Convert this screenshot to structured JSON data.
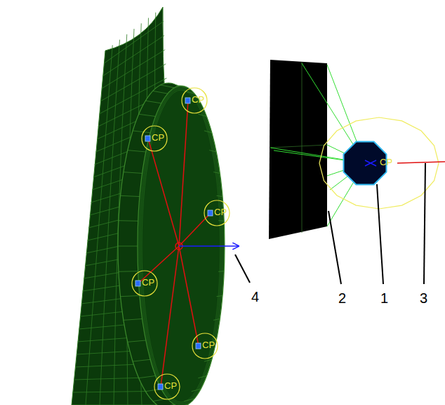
{
  "diagram": {
    "labels": [
      "CP",
      "CP",
      "CP",
      "CP",
      "CP",
      "CP",
      "CP",
      "4",
      "2",
      "1",
      "3"
    ]
  }
}
